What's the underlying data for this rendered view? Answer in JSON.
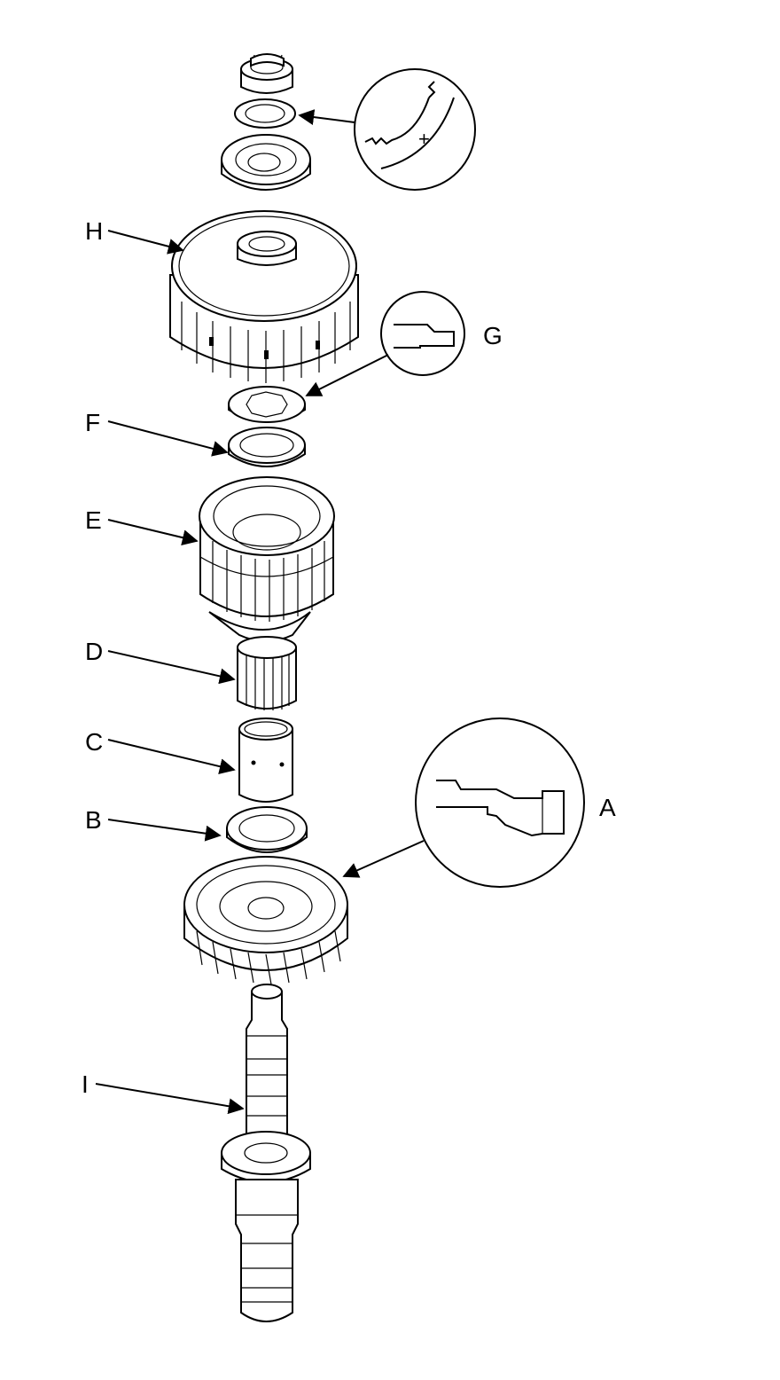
{
  "labels": {
    "A": "A",
    "B": "B",
    "C": "C",
    "D": "D",
    "E": "E",
    "F": "F",
    "G": "G",
    "H": "H",
    "I": "I"
  },
  "colors": {
    "ink": "#000000",
    "paper": "#ffffff"
  }
}
